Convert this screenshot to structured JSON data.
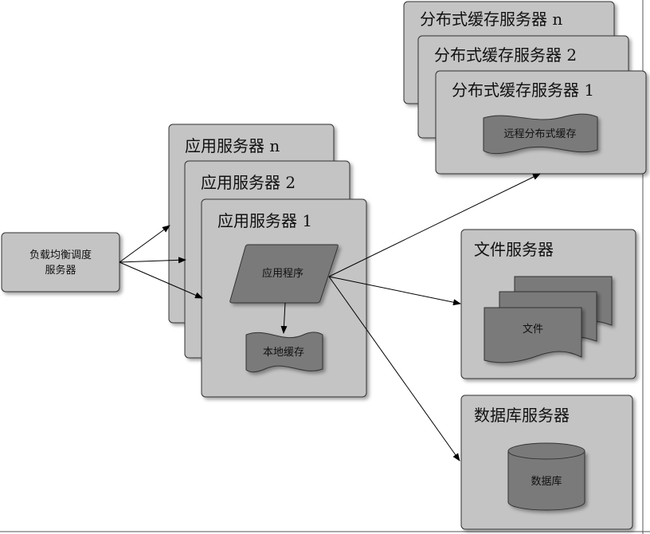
{
  "load_balancer": {
    "line1": "负载均衡调度",
    "line2": "服务器"
  },
  "app_servers": [
    {
      "title": "应用服务器 n"
    },
    {
      "title": "应用服务器 2"
    },
    {
      "title": "应用服务器 1"
    }
  ],
  "app_program": "应用程序",
  "local_cache": "本地缓存",
  "cache_servers": [
    {
      "title": "分布式缓存服务器 n"
    },
    {
      "title": "分布式缓存服务器 2"
    },
    {
      "title": "分布式缓存服务器 1"
    }
  ],
  "remote_cache": "远程分布式缓存",
  "file_server": {
    "title": "文件服务器",
    "doc": "文件"
  },
  "db_server": {
    "title": "数据库服务器",
    "db": "数据库"
  },
  "colors": {
    "box_fill": "#c4c4c4",
    "shape_fill": "#7a7a7a",
    "stroke": "#333333",
    "arrow": "#000000"
  }
}
